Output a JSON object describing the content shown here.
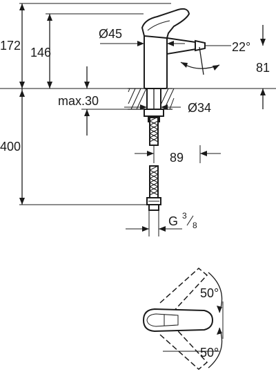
{
  "labels": {
    "h172": "172",
    "h146": "146",
    "d45": "Ø45",
    "angle22": "22°",
    "h81": "81",
    "max30": "max.30",
    "d34": "Ø34",
    "h400": "400",
    "d89": "89",
    "g": "G",
    "g_num": "3",
    "g_den": "8",
    "a50_top": "50°",
    "a50_bottom": "50°"
  }
}
